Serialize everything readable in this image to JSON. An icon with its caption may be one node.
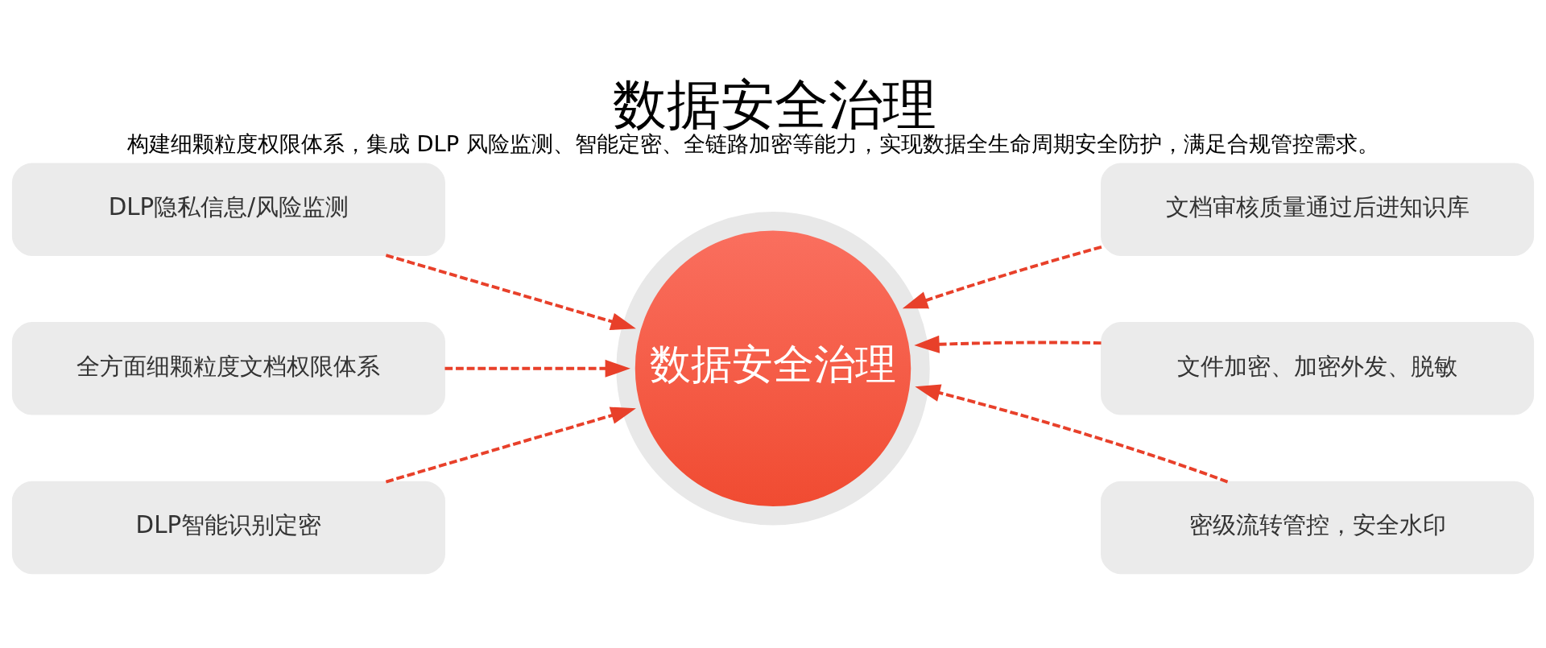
{
  "diagram": {
    "title": "数据安全治理",
    "caption": "构建细颗粒度权限体系，集成 DLP 风险监测、智能定密、全链路加密等能力，实现数据全生命周期安全防护，满足合规管控需求。",
    "nodes": [
      {
        "text": [
          "DLP隐私信息/风险监测"
        ]
      },
      {
        "text": [
          "文档审核质量通过后进知识库"
        ]
      },
      {
        "text": [
          "全方面细颗粒度文档权限体系"
        ]
      },
      {
        "text": [
          "数据安全治理"
        ]
      },
      {
        "text": [
          "文件加密、加密外发、脱敏"
        ]
      },
      {
        "text": [
          "DLP智能识别定密"
        ]
      },
      {
        "text": [
          "密级流转管控，安全水印"
        ]
      }
    ],
    "edges": [
      {
        "from": 0,
        "to": 3,
        "arrow": "to",
        "style": "dashed"
      },
      {
        "from": 1,
        "to": 3,
        "arrow": "to",
        "style": "dashed"
      },
      {
        "from": 2,
        "to": 3,
        "arrow": "to",
        "style": "dashed"
      },
      {
        "from": 4,
        "to": 3,
        "arrow": "to",
        "style": "dashed"
      },
      {
        "from": 5,
        "to": 3,
        "arrow": "to",
        "style": "dashed"
      },
      {
        "from": 6,
        "to": 3,
        "arrow": "to",
        "style": "dashed"
      }
    ]
  }
}
